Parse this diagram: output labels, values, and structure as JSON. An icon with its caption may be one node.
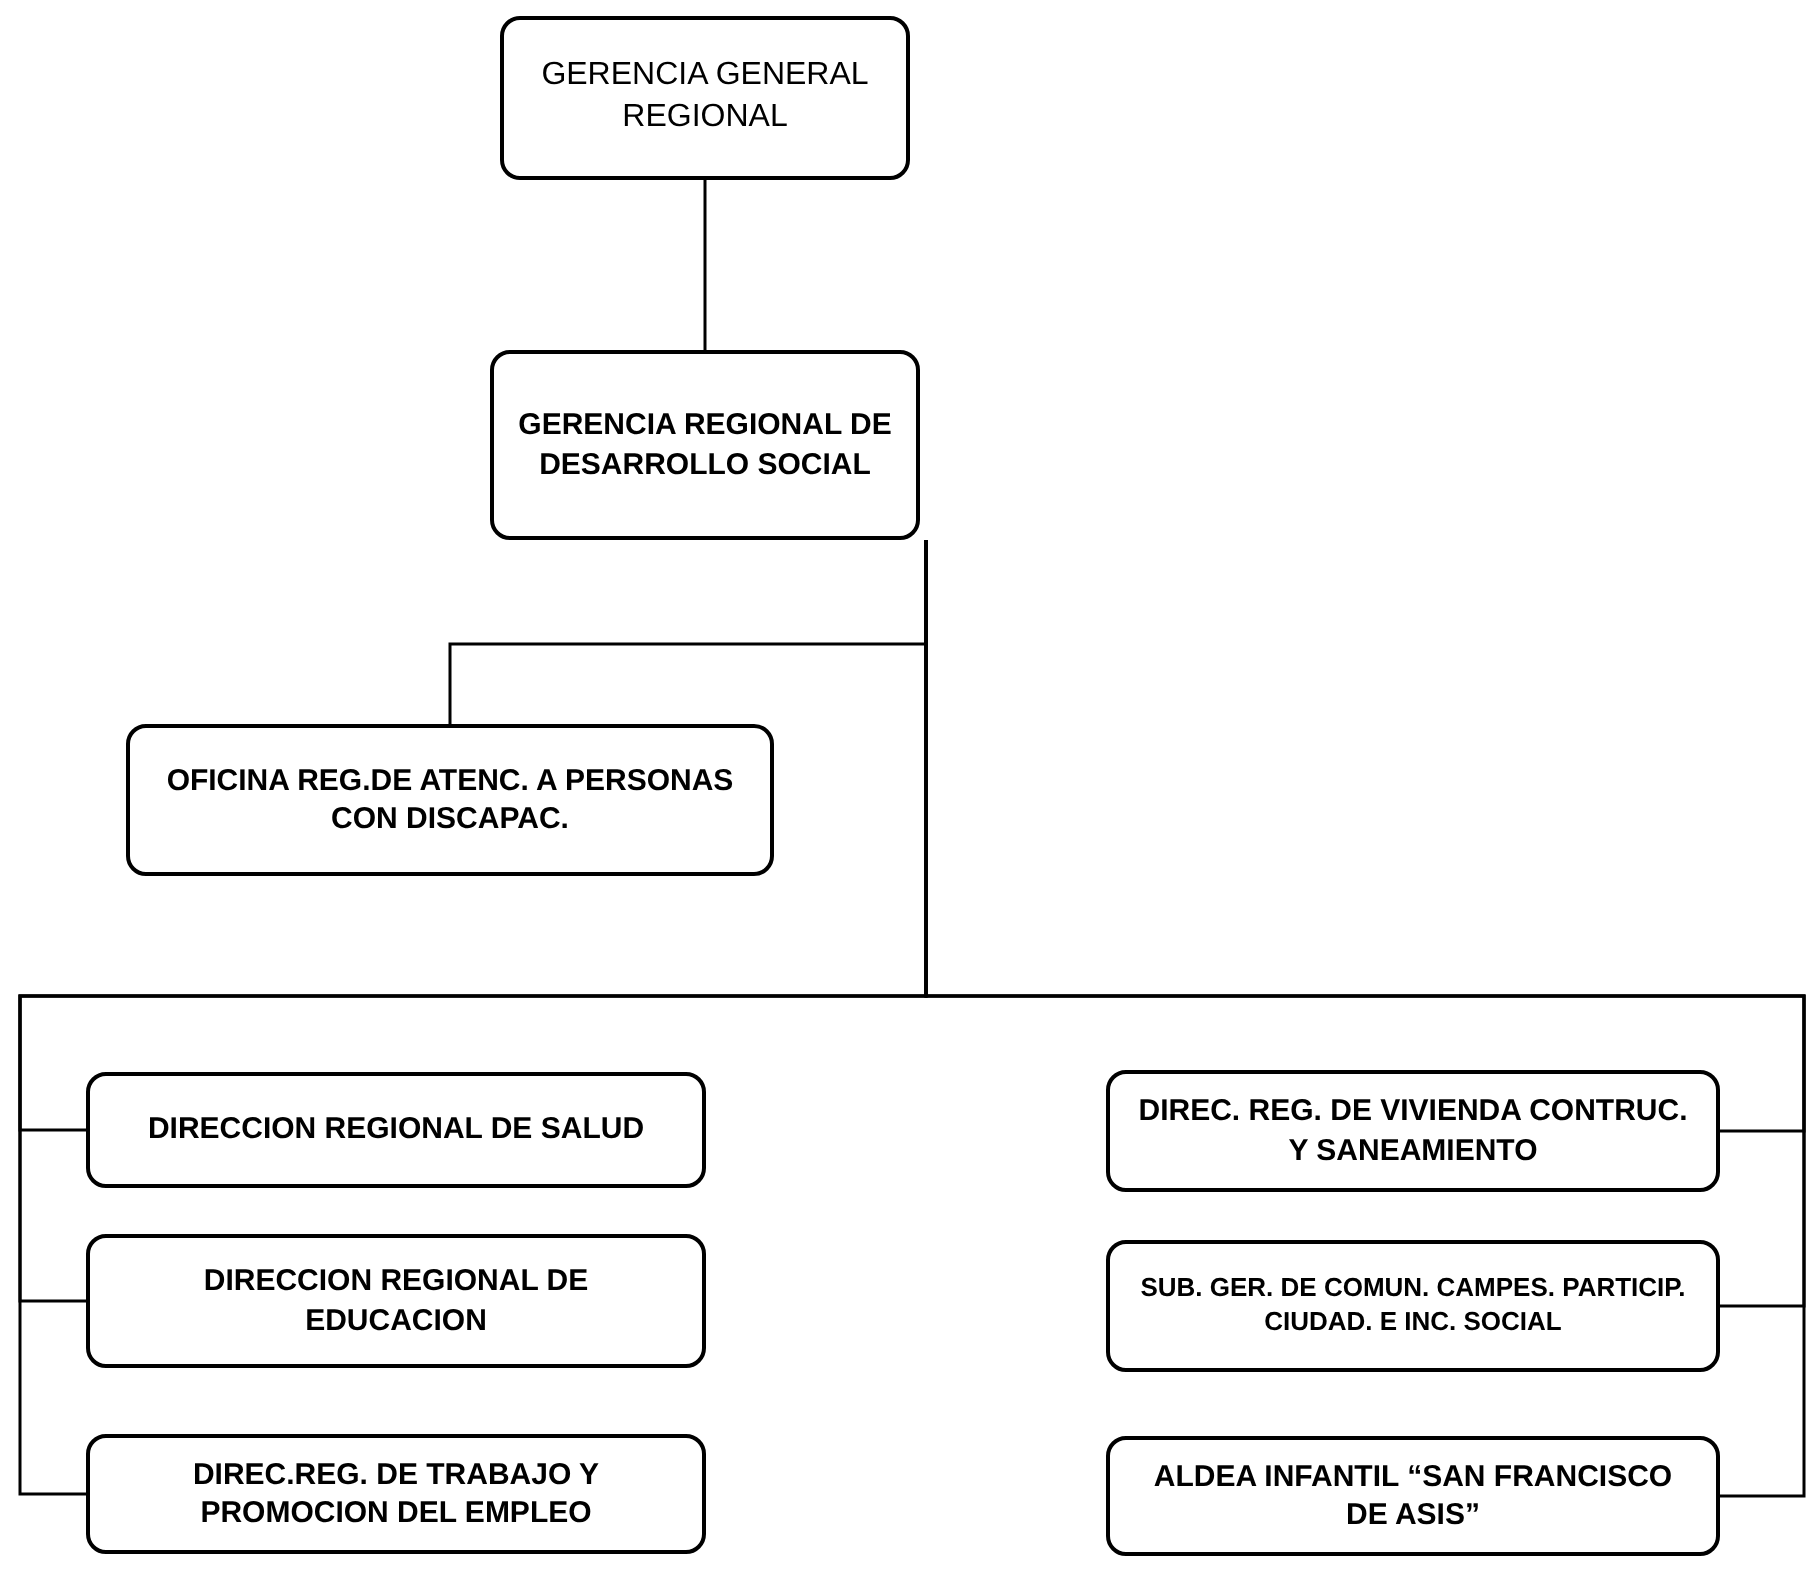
{
  "diagram": {
    "nodes": [
      {
        "text": [
          "GERENCIA GENERAL REGIONAL"
        ]
      },
      {
        "text": [
          "GERENCIA REGIONAL DE DESARROLLO SOCIAL"
        ]
      },
      {
        "text": [
          "OFICINA REG.DE ATENC. A PERSONAS CON DISCAPAC."
        ]
      },
      {
        "text": [
          "DIRECCION REGIONAL DE SALUD"
        ]
      },
      {
        "text": [
          "DIRECCION REGIONAL DE EDUCACION"
        ]
      },
      {
        "text": [
          "DIREC.REG. DE TRABAJO Y PROMOCION DEL EMPLEO"
        ]
      },
      {
        "text": [
          "DIREC. REG. DE VIVIENDA CONTRUC. Y SANEAMIENTO"
        ]
      },
      {
        "text": [
          "SUB. GER. DE COMUN. CAMPES. PARTICIP. CIUDAD. E INC. SOCIAL"
        ]
      },
      {
        "text": [
          "ALDEA INFANTIL “SAN FRANCISCO DE ASIS”"
        ]
      }
    ],
    "edges": [
      {
        "from": 0,
        "to": 1,
        "arrow": "none"
      },
      {
        "from": 1,
        "to": 2,
        "arrow": "none"
      },
      {
        "from": 1,
        "to": 3,
        "arrow": "none"
      },
      {
        "from": 1,
        "to": 4,
        "arrow": "none"
      },
      {
        "from": 1,
        "to": 5,
        "arrow": "none"
      },
      {
        "from": 1,
        "to": 6,
        "arrow": "none"
      },
      {
        "from": 1,
        "to": 7,
        "arrow": "none"
      },
      {
        "from": 1,
        "to": 8,
        "arrow": "none"
      }
    ]
  }
}
